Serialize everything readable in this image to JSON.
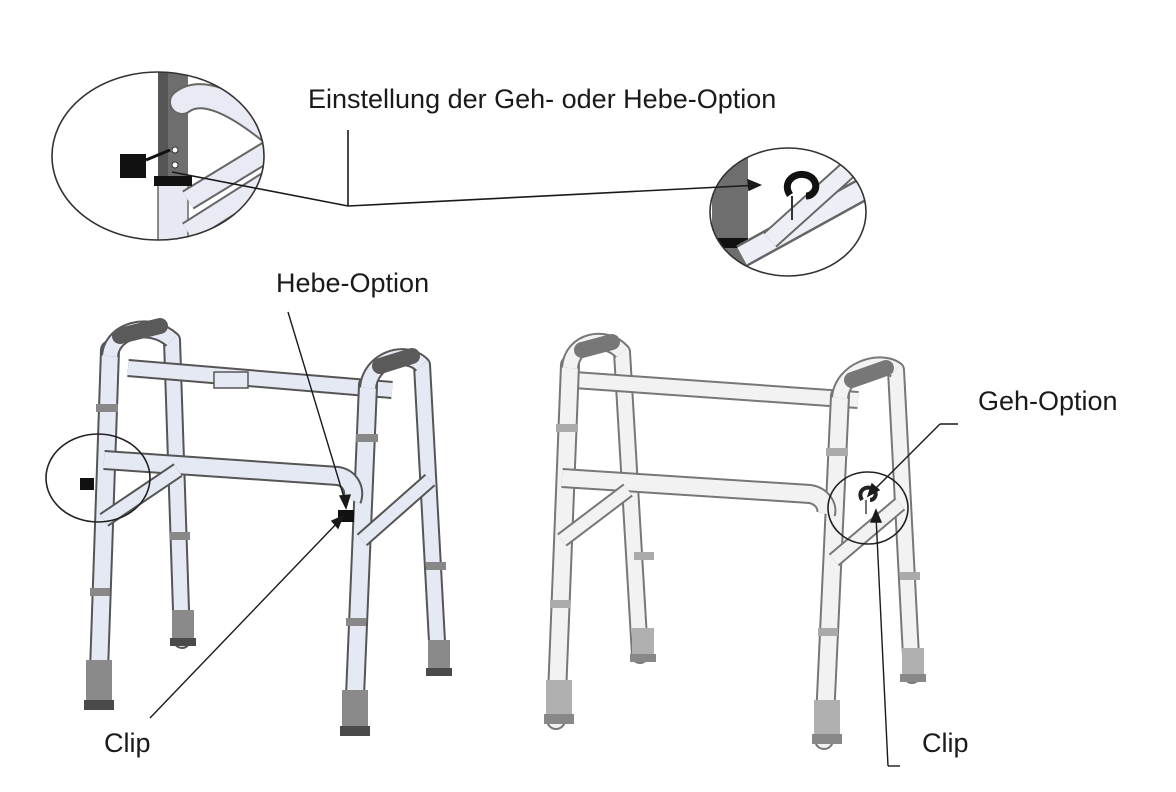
{
  "labels": {
    "main": "Einstellung der Geh- oder Hebe-Option",
    "hebe_option": "Hebe-Option",
    "geh_option": "Geh-Option",
    "clip_left": "Clip",
    "clip_right": "Clip"
  },
  "colors": {
    "frame_left": "#e4e9f3",
    "frame_right": "#f2f2f2",
    "grip": "#5a5a5a",
    "outline": "#555555",
    "leader": "#1a1a1a",
    "clip": "#111111"
  }
}
